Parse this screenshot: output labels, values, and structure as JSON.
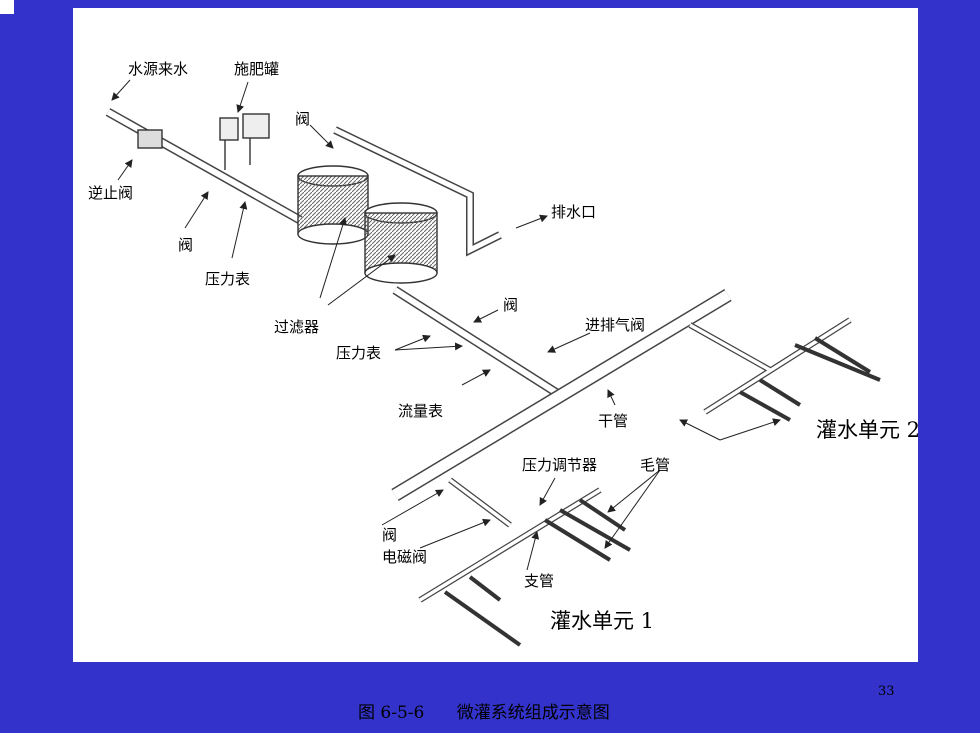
{
  "labels": {
    "water_source": "水源来水",
    "fert_tank": "施肥罐",
    "check_valve": "逆止阀",
    "valve": "阀",
    "pressure_gauge": "压力表",
    "filter": "过滤器",
    "drain": "排水口",
    "air_valve": "进排气阀",
    "flow_meter": "流量表",
    "main_pipe": "干管",
    "pressure_regulator": "压力调节器",
    "capillary": "毛管",
    "solenoid": "电磁阀",
    "branch_pipe": "支管",
    "unit1": "灌水单元 1",
    "unit2": "灌水单元 2"
  },
  "caption": "图 6-5-6      微灌系统组成示意图",
  "page_number": "33",
  "colors": {
    "background": "#3333cc",
    "panel": "#ffffff",
    "line": "#333333"
  }
}
